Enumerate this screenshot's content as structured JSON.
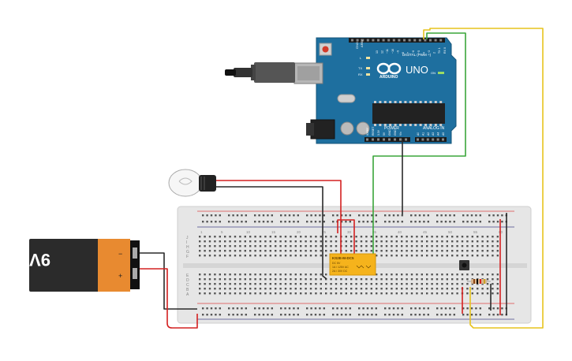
{
  "battery": {
    "label": "9V",
    "minus": "−",
    "plus": "+"
  },
  "arduino": {
    "logo_text": "ARDUINO",
    "model": "UNO",
    "digital_header": "DIGITAL (PWM ~)",
    "power_label": "POWER",
    "analog_label": "ANALOG IN",
    "led_labels": [
      "L",
      "TX",
      "RX"
    ],
    "on_label": "ON",
    "aref_label": "AREF",
    "gnd_label": "GND",
    "pin_labels": [
      "13",
      "12",
      "~11",
      "~10",
      "~9",
      "8",
      "7",
      "~6",
      "~5",
      "4",
      "~3",
      "2",
      "TX 1",
      "RX 0"
    ],
    "power_pins": [
      "IOREF",
      "RESET",
      "3.3V",
      "5V",
      "GND",
      "GND",
      "Vin"
    ],
    "analog_pins": [
      "A0",
      "A1",
      "A2",
      "A3",
      "A4",
      "A5"
    ]
  },
  "relay": {
    "model": "KS2E-M-DC5",
    "lines": [
      "DC 5V",
      "1A / 125V AC",
      "2A / 30V DC"
    ]
  },
  "breadboard": {
    "row_letters_top": [
      "J",
      "I",
      "H",
      "G",
      "F"
    ],
    "row_letters_bottom": [
      "E",
      "D",
      "C",
      "B",
      "A"
    ],
    "column_numbers": [
      "1",
      "5",
      "10",
      "15",
      "20",
      "25",
      "30",
      "35",
      "40",
      "45",
      "50",
      "55",
      "60"
    ]
  },
  "colors": {
    "wire_red": "#d42020",
    "wire_black": "#2a2a2a",
    "wire_green": "#3aa53a",
    "wire_yellow": "#e7c31d",
    "arduino_blue": "#1e6f9f",
    "battery_orange": "#e88a30",
    "relay_yellow": "#f5b31c"
  }
}
